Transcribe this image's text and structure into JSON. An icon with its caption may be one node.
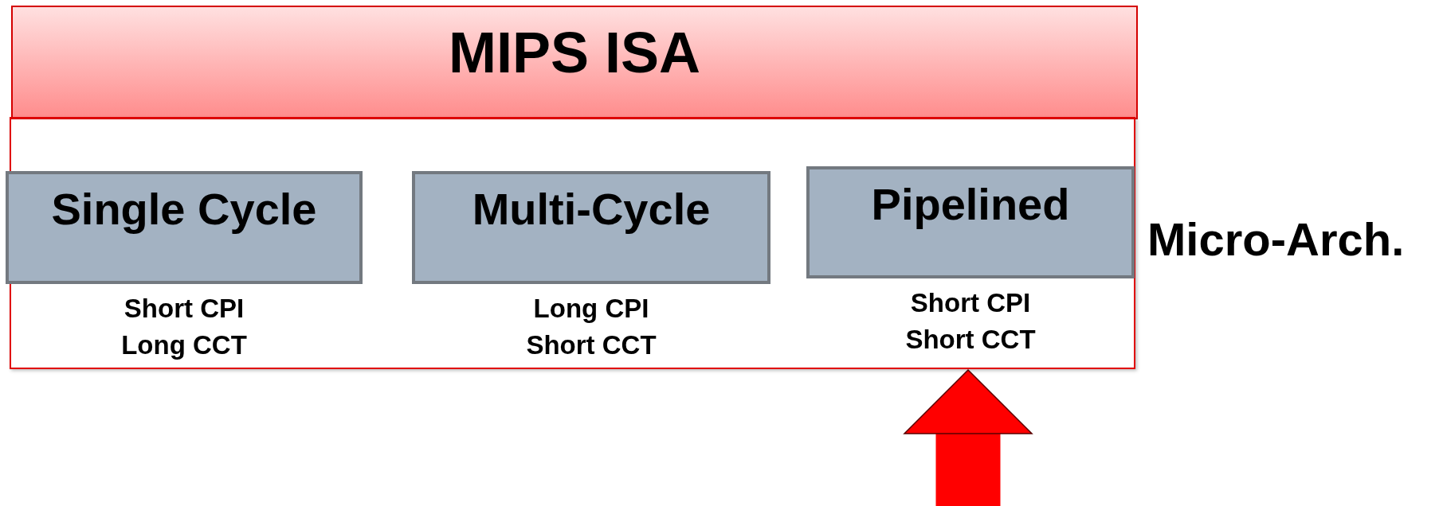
{
  "diagram": {
    "nodes": [
      {
        "text": [
          "MIPS ISA"
        ]
      },
      {
        "text": [
          "Micro-Arch."
        ]
      },
      {
        "text": [
          "Single Cycle"
        ],
        "in": 1,
        "beside": [
          "Short CPI Long CCT"
        ]
      },
      {
        "text": [
          "Multi-Cycle"
        ],
        "in": 1,
        "beside": [
          "Long CPI Short CCT"
        ]
      },
      {
        "text": [
          "Pipelined"
        ],
        "in": 1,
        "beside": [
          "Short CPI Short CCT"
        ]
      }
    ],
    "edges": [
      {
        "from": null,
        "to": 1,
        "arrow": "to",
        "color": "#ff0000"
      }
    ]
  }
}
